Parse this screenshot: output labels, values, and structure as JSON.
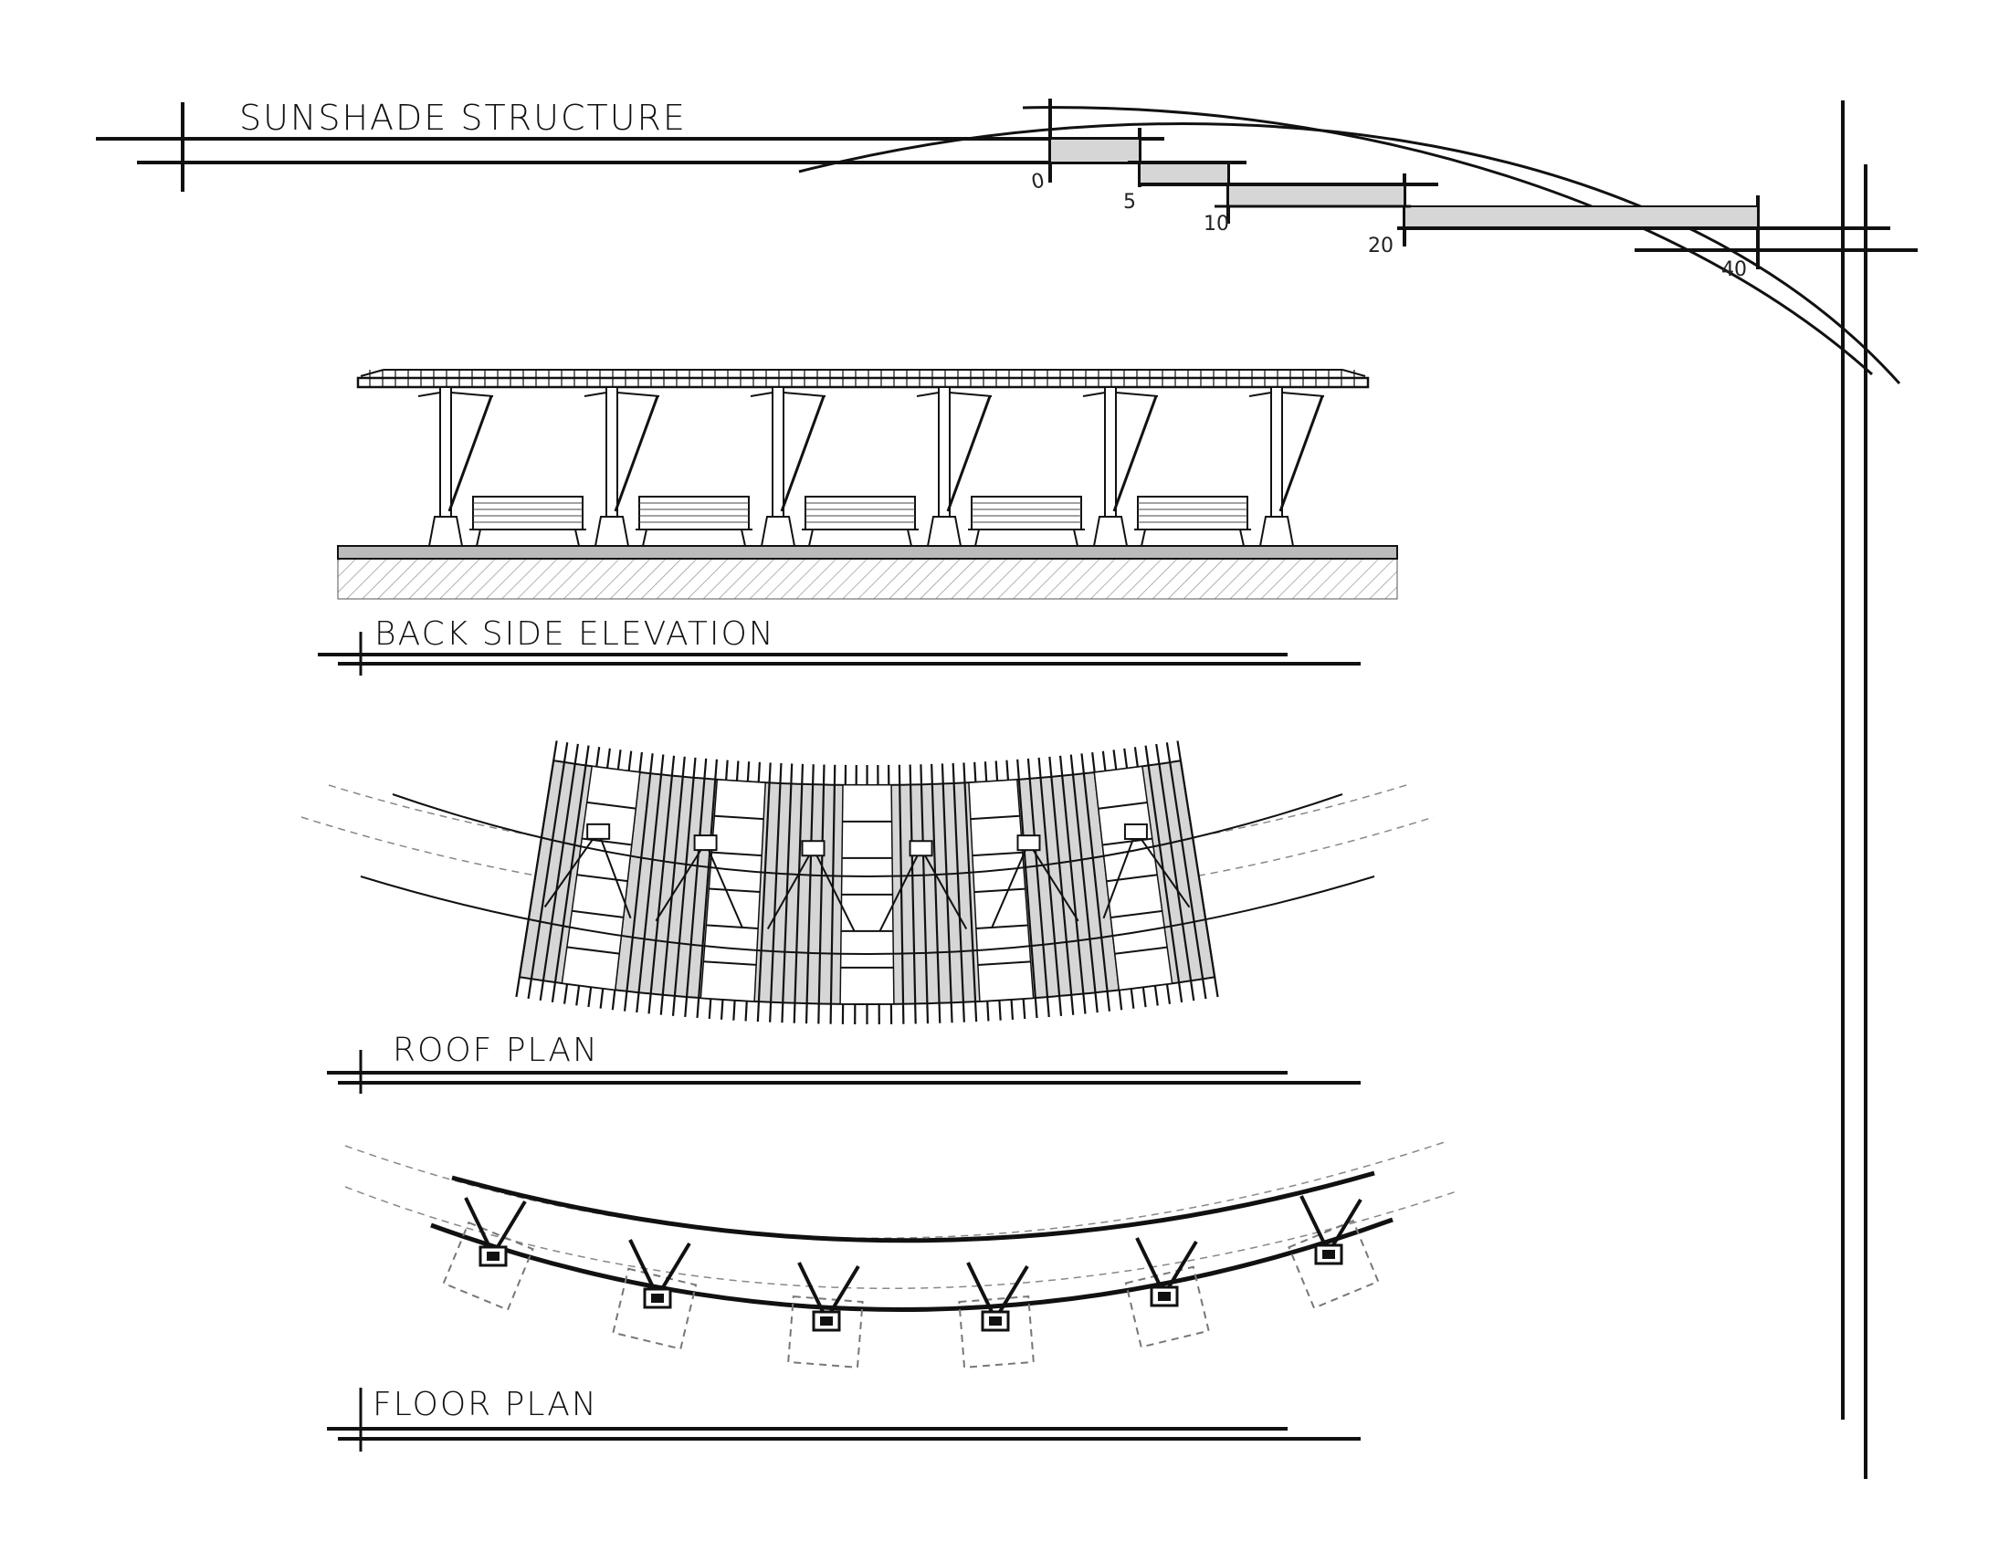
{
  "sheet": {
    "title": "SUNSHADE STRUCTURE"
  },
  "scale_bar": {
    "ticks": [
      "0",
      "5",
      "10",
      "20",
      "40"
    ]
  },
  "views": {
    "elevation": {
      "title": "BACK SIDE ELEVATION",
      "columns": 6,
      "benches": 5
    },
    "roof_plan": {
      "title": "ROOF PLAN",
      "columns": 6
    },
    "floor_plan": {
      "title": "FLOOR PLAN",
      "columns": 6
    }
  },
  "colors": {
    "ink": "#111111",
    "fill_gray": "#d6d6d6",
    "dashed": "#777777"
  }
}
